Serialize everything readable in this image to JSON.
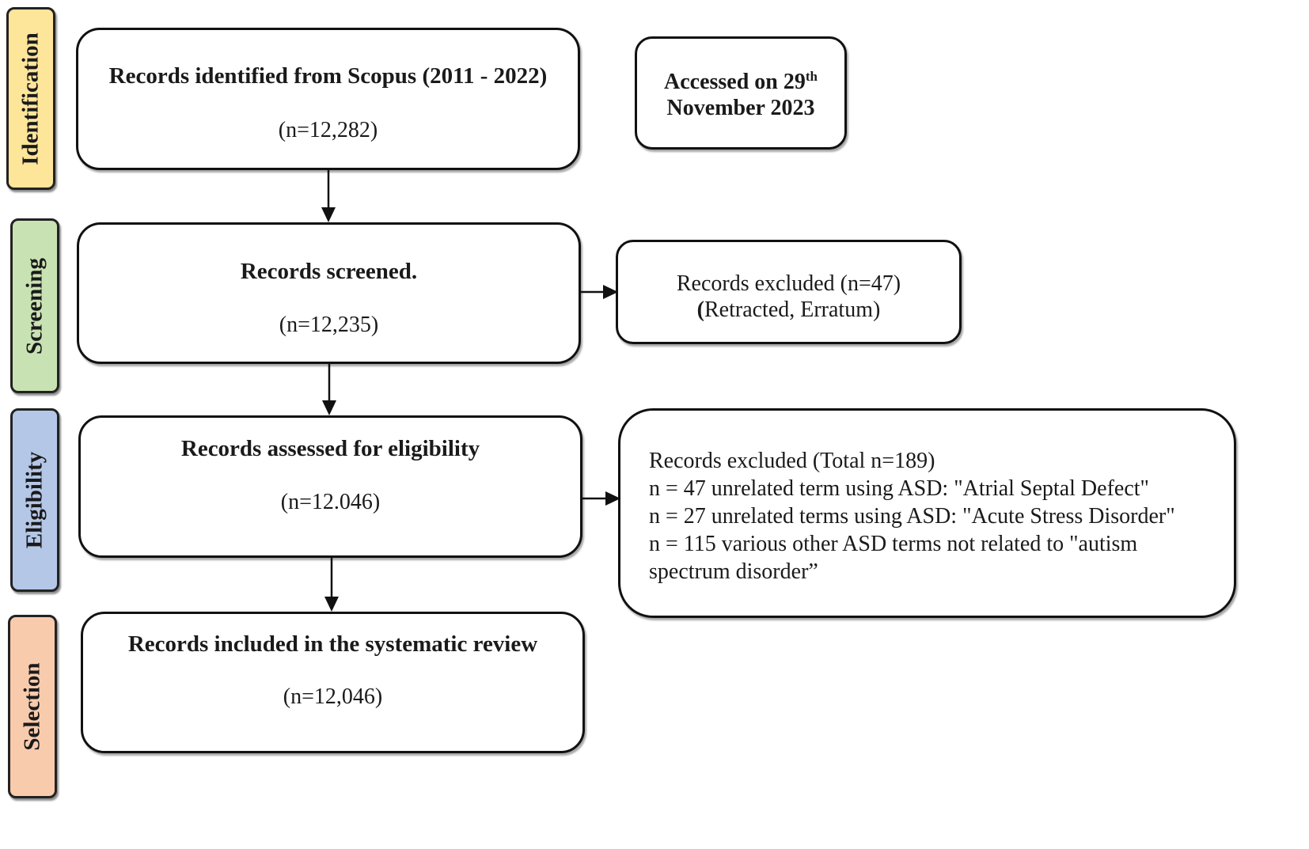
{
  "stages": [
    {
      "id": "identification",
      "label": "Identification",
      "color": "#fde599"
    },
    {
      "id": "screening",
      "label": "Screening",
      "color": "#c9e2b3"
    },
    {
      "id": "eligibility",
      "label": "Eligibility",
      "color": "#b4c7e7"
    },
    {
      "id": "selection",
      "label": "Selection",
      "color": "#f8cbad"
    }
  ],
  "identification": {
    "title": "Records identified from Scopus (2011 - 2022)",
    "count": "(n=12,282)"
  },
  "accessed": {
    "line1": "Accessed on 29",
    "sup": "th",
    "line2": "November 2023"
  },
  "screening": {
    "title": "Records screened.",
    "count": "(n=12,235)"
  },
  "screening_excluded": {
    "line1": "Records excluded (n=47)",
    "line2_open": "(",
    "line2": "Retracted, Erratum)"
  },
  "eligibility": {
    "title": "Records assessed for eligibility",
    "count": "(n=12.046)"
  },
  "eligibility_excluded": {
    "lines": [
      "Records excluded (Total n=189)",
      "n = 47 unrelated term using ASD: \"Atrial Septal Defect\"",
      "n = 27 unrelated terms using ASD: \"Acute Stress Disorder\"",
      "n = 115 various other ASD terms not related to \"autism",
      "spectrum disorder”"
    ]
  },
  "selection": {
    "title": "Records included in the systematic review",
    "count": "(n=12,046)"
  }
}
